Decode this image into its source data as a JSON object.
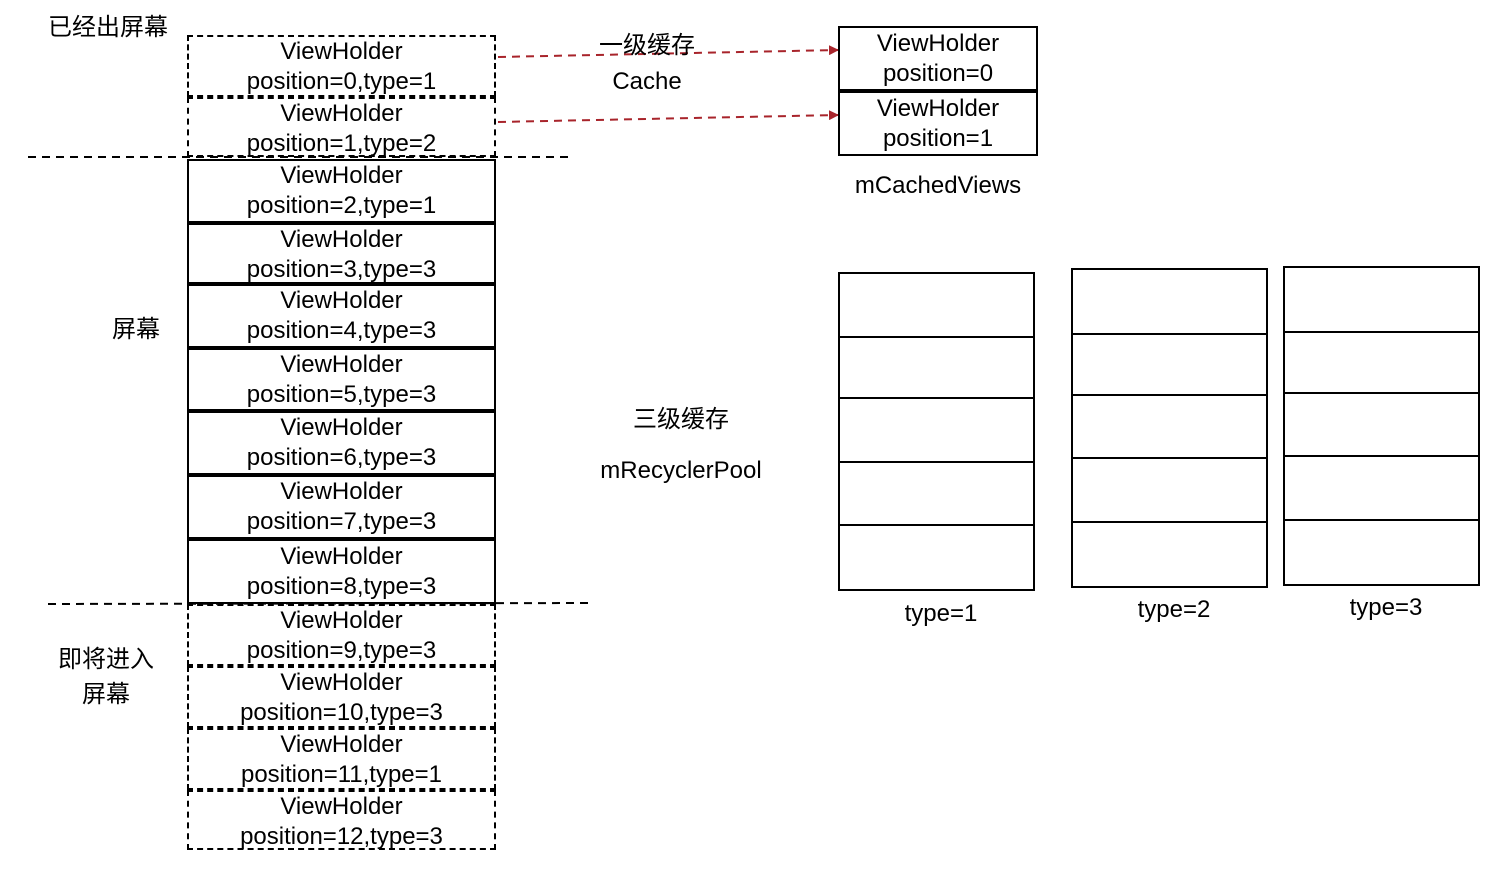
{
  "labels": {
    "left_out_of_screen": "已经出屏幕",
    "left_screen": "屏幕",
    "left_incoming_1": "即将进入",
    "left_incoming_2": "屏幕",
    "cache_level_1": "一级缓存",
    "cache_level_1_en": "Cache",
    "cached_views": "mCachedViews",
    "cache_level_3": "三级缓存",
    "recycler_pool": "mRecyclerPool"
  },
  "list_items": [
    {
      "title": "ViewHolder",
      "sub": "position=0,type=1",
      "group": "out"
    },
    {
      "title": "ViewHolder",
      "sub": "position=1,type=2",
      "group": "out"
    },
    {
      "title": "ViewHolder",
      "sub": "position=2,type=1",
      "group": "screen"
    },
    {
      "title": "ViewHolder",
      "sub": "position=3,type=3",
      "group": "screen"
    },
    {
      "title": "ViewHolder",
      "sub": "position=4,type=3",
      "group": "screen"
    },
    {
      "title": "ViewHolder",
      "sub": "position=5,type=3",
      "group": "screen"
    },
    {
      "title": "ViewHolder",
      "sub": "position=6,type=3",
      "group": "screen"
    },
    {
      "title": "ViewHolder",
      "sub": "position=7,type=3",
      "group": "screen"
    },
    {
      "title": "ViewHolder",
      "sub": "position=8,type=3",
      "group": "screen"
    },
    {
      "title": "ViewHolder",
      "sub": "position=9,type=3",
      "group": "incoming"
    },
    {
      "title": "ViewHolder",
      "sub": "position=10,type=3",
      "group": "incoming"
    },
    {
      "title": "ViewHolder",
      "sub": "position=11,type=1",
      "group": "incoming"
    },
    {
      "title": "ViewHolder",
      "sub": "position=12,type=3",
      "group": "incoming"
    }
  ],
  "cached_views": [
    {
      "title": "ViewHolder",
      "sub": "position=0"
    },
    {
      "title": "ViewHolder",
      "sub": "position=1"
    }
  ],
  "pools": [
    {
      "label": "type=1",
      "slots": 5
    },
    {
      "label": "type=2",
      "slots": 5
    },
    {
      "label": "type=3",
      "slots": 5
    }
  ],
  "colors": {
    "arrow": "#a8242b",
    "line": "#000000"
  }
}
